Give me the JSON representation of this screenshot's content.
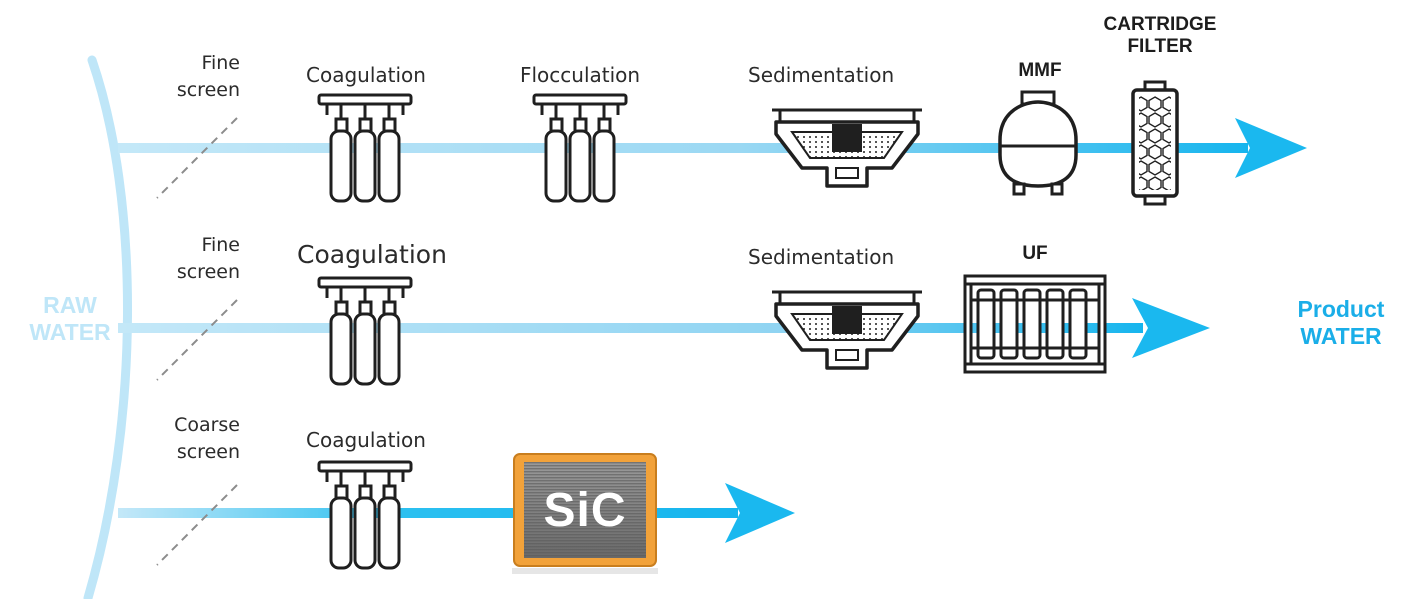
{
  "side_labels": {
    "raw_water": [
      "RAW",
      "WATER"
    ],
    "product_water": [
      "Product",
      "WATER"
    ]
  },
  "rows": [
    {
      "screen": [
        "Fine",
        "screen"
      ],
      "steps": [
        "Coagulation",
        "Flocculation",
        "Sedimentation"
      ],
      "filters": [
        "MMF",
        "CARTRIDGE",
        "FILTER"
      ]
    },
    {
      "screen": [
        "Fine",
        "screen"
      ],
      "steps": [
        "Coagulation",
        "Sedimentation"
      ],
      "filters": [
        "UF"
      ]
    },
    {
      "screen": [
        "Coarse",
        "screen"
      ],
      "steps": [
        "Coagulation"
      ],
      "filters": [
        "SiC"
      ]
    }
  ],
  "colors": {
    "raw": "#bfe6f8",
    "flow_light": "#b3e0f7",
    "flow_strong": "#1ab8ef",
    "product": "#1aaee8",
    "icon": "#1f1f1f",
    "sic_frame": "#f2a23a"
  },
  "icons": [
    "coagulation-tank-icon",
    "flocculation-tank-icon",
    "sedimentation-basin-icon",
    "mmf-vessel-icon",
    "cartridge-filter-icon",
    "uf-module-icon",
    "sic-membrane-icon"
  ]
}
